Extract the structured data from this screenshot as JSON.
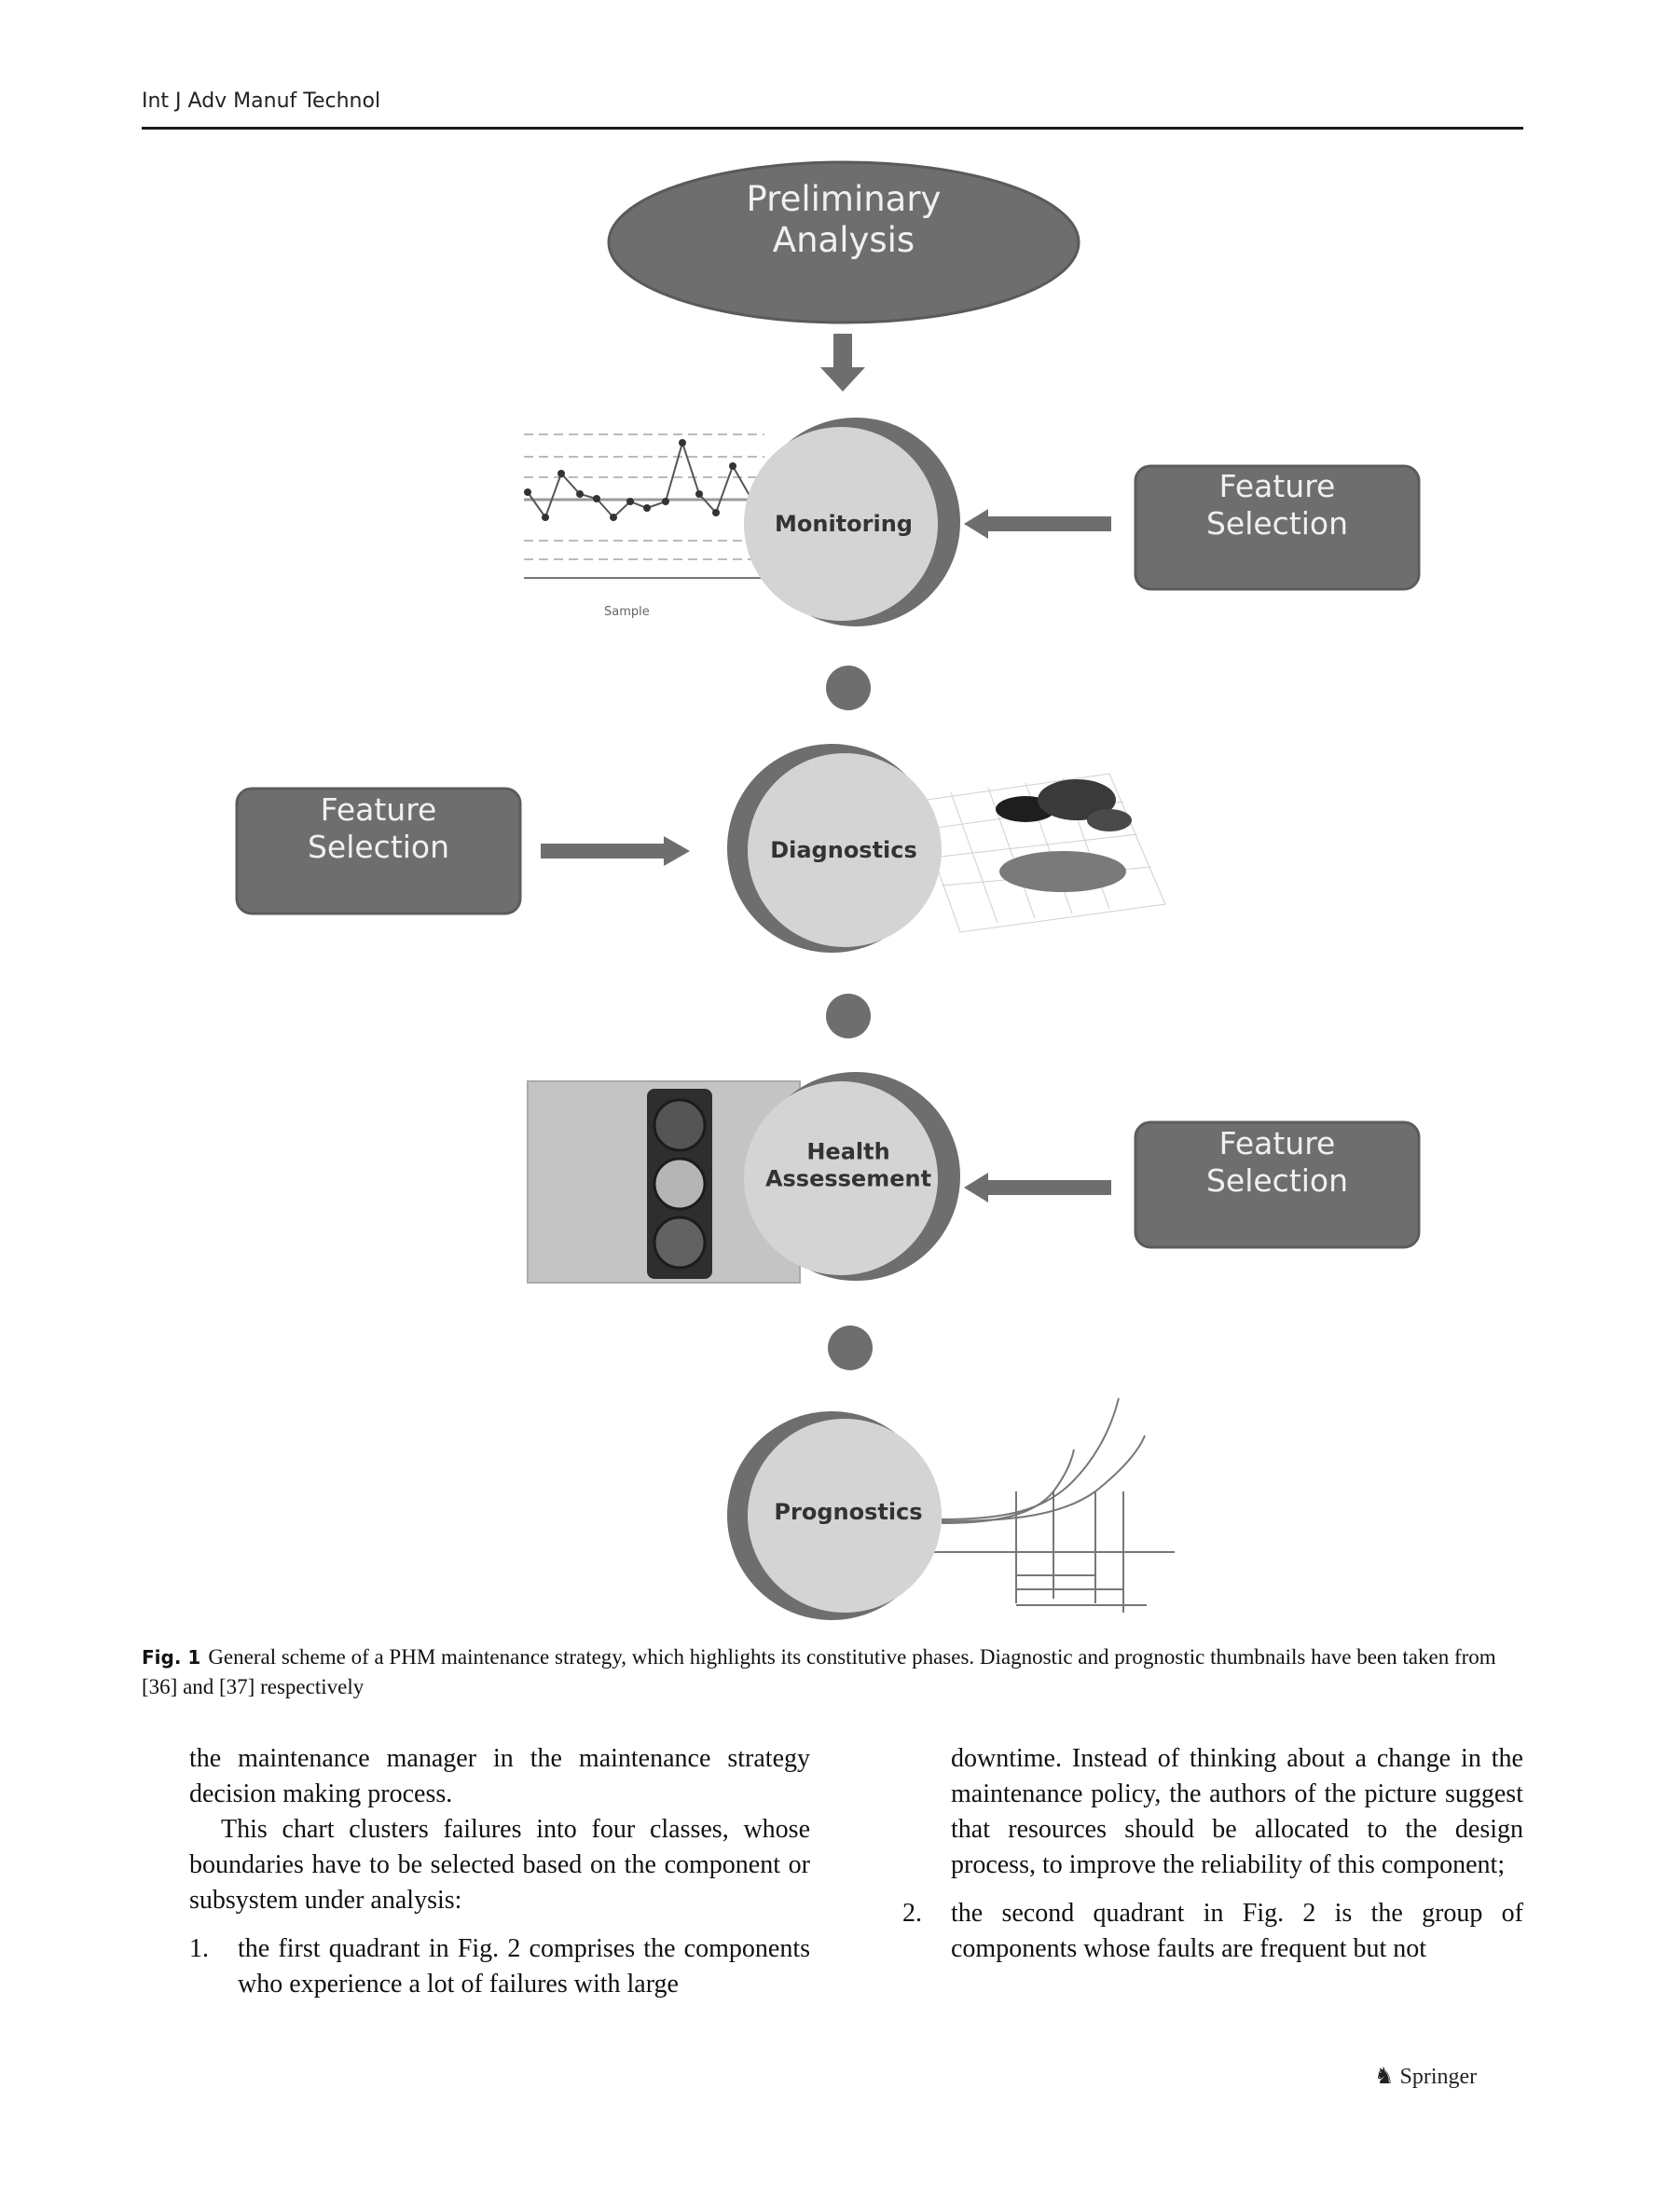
{
  "header": {
    "journal": "Int J Adv Manuf Technol"
  },
  "figure": {
    "top_node": "Preliminary\nAnalysis",
    "phases": [
      "Monitoring",
      "Diagnostics",
      "Health\nAssessement",
      "Prognostics"
    ],
    "feature_box_label": "Feature\nSelection",
    "caption_label": "Fig. 1",
    "caption_text": "General scheme of a PHM maintenance strategy, which highlights its constitutive phases. Diagnostic and prognostic thumbnails have been taken from [36] and [37] respectively",
    "colors": {
      "dark": "#6e6e6e",
      "mid": "#8a8a8a",
      "light": "#d4d4d4",
      "panel": "#c4c4c4"
    }
  },
  "body": {
    "left_p1": "the maintenance manager in the maintenance strategy decision making process.",
    "left_p2": "This chart clusters failures into four classes, whose boundaries have to be selected based on the component or subsystem under analysis:",
    "item1_num": "1.",
    "item1_text": "the first quadrant in Fig. 2 comprises the components who experience a lot of failures with large",
    "right_p1": "downtime. Instead of thinking about a change in the maintenance policy, the authors of the picture suggest that resources should be allocated to the design process, to improve the reliability of this component;",
    "item2_num": "2.",
    "item2_text": "the second quadrant in Fig. 2 is the group of components whose faults are frequent but not"
  },
  "footer": {
    "publisher": "Springer"
  }
}
